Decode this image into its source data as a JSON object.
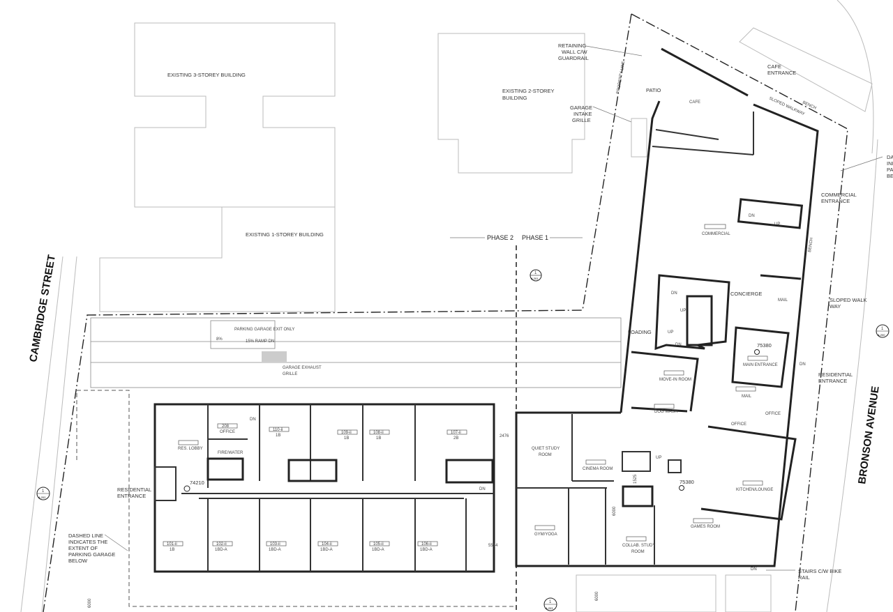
{
  "streets": {
    "west": "CAMBRIDGE STREET",
    "east": "BRONSON AVENUE"
  },
  "existing": {
    "three_storey": "EXISTING 3-STOREY BUILDING",
    "two_storey": [
      "EXISTING 2-STOREY",
      "BUILDING"
    ],
    "one_storey": "EXISTING 1-STOREY BUILDING"
  },
  "phases": {
    "phase2": "PHASE 2",
    "phase1": "PHASE 1"
  },
  "callouts": {
    "retaining_wall": [
      "RETAINING",
      "WALL C/W",
      "GUARDRAIL"
    ],
    "property_line": "PROPERTY LINE",
    "garage_intake": [
      "GARAGE",
      "INTAKE",
      "GRILLE"
    ],
    "cafe_entrance": [
      "CAFE",
      "ENTRANCE"
    ],
    "sloped_walkway": "SLOPED WALKWAY",
    "bench": "BENCH",
    "dashed_truncated": [
      "DA",
      "INI",
      "PA",
      "BE"
    ],
    "commercial_entrance": [
      "COMMERCIAL",
      "ENTRANCE"
    ],
    "sloped_walk_way": [
      "SLOPED WALK",
      "WAY"
    ],
    "residential_entrance_east": [
      "RESIDENTIAL",
      "ENTRANCE"
    ],
    "stairs_bike_rail": [
      "STAIRS C/W BIKE",
      "RAIL"
    ],
    "parking_exit": "PARKING GARAGE EXIT ONLY",
    "ramp_slope": "8%",
    "ramp": "15% RAMP DN",
    "garage_exhaust": [
      "GARAGE EXHAUST",
      "GRILLE"
    ],
    "residential_entrance_west": [
      "RESIDENTIAL",
      "ENTRANCE"
    ],
    "dashed_line_note": [
      "DASHED LINE",
      "INDICATES THE",
      "EXTENT OF",
      "PARKING GARAGE",
      "BELOW"
    ]
  },
  "rooms": {
    "patio": "PATIO",
    "cafe": "CAFE",
    "commercial": "COMMERCIAL",
    "concierge": "CONCIERGE",
    "mail_north": "MAIL",
    "loading": "LOADING",
    "main_entrance": "MAIN ENTRANCE",
    "move_in": "MOVE-IN ROOM",
    "dog_wash": "DOG WASH",
    "mail_south": "MAIL",
    "office_a": "OFFICE",
    "office_b": "OFFICE",
    "kitchen_lounge": "KITCHEN/LOUNGE",
    "games_room": "GAMES ROOM",
    "quiet_study": [
      "QUIET STUDY",
      "ROOM"
    ],
    "cinema": "CINEMA ROOM",
    "gym_yoga": "GYM/YOGA",
    "collab_study": [
      "COLLAB. STUDY",
      "ROOM"
    ],
    "res_lobby": "RES. LOBBY",
    "fire_water": "FIRE/WATER",
    "office_208": {
      "num": "208",
      "name": "OFFICE"
    }
  },
  "units": {
    "north": [
      {
        "num": "110-ii",
        "type": "1B"
      },
      {
        "num": "109-ii",
        "type": "1B"
      },
      {
        "num": "108-ii",
        "type": "1B"
      },
      {
        "num": "107-ii",
        "type": "2B"
      }
    ],
    "south": [
      {
        "num": "101-ii",
        "type": "1B"
      },
      {
        "num": "102-ii",
        "type": "1BD-A"
      },
      {
        "num": "103-ii",
        "type": "1BD-A"
      },
      {
        "num": "104-ii",
        "type": "1BD-A"
      },
      {
        "num": "105-ii",
        "type": "1BD-A"
      },
      {
        "num": "106-ii",
        "type": "1BD-A"
      }
    ]
  },
  "stairs": {
    "dn": "DN",
    "up": "UP"
  },
  "elevations": {
    "west": "74210",
    "main": "75380",
    "amenity": "75380"
  },
  "dimensions": {
    "d2476": "2476",
    "d5584": "5584",
    "d6000": "6000",
    "d1525": "1525"
  },
  "section_markers": [
    {
      "num": "1",
      "sheet": "A.201"
    },
    {
      "num": "1",
      "sheet": "A.200"
    },
    {
      "num": "1",
      "sheet": "A.202"
    },
    {
      "num": "1",
      "sheet": "A.203"
    }
  ]
}
